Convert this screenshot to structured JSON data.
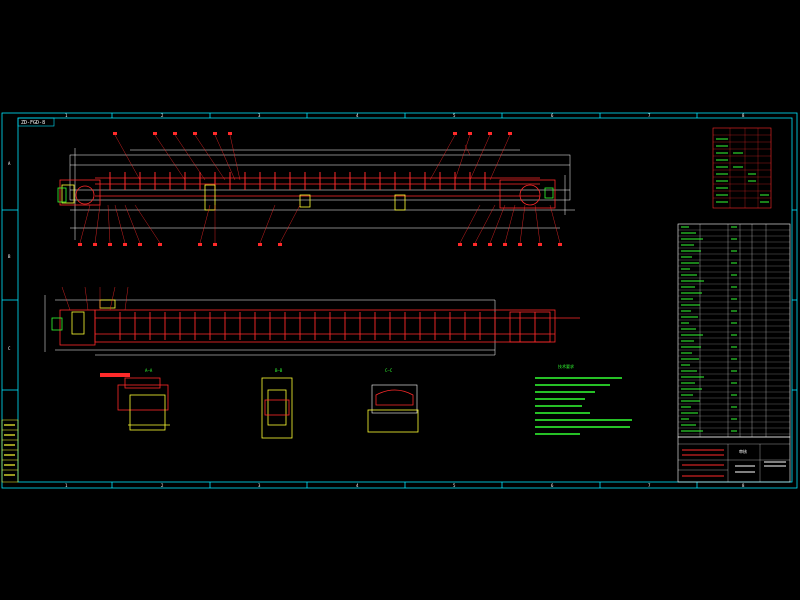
{
  "drawing": {
    "drawing_no_label": "ZD-FGD-8",
    "col_labels": [
      "1",
      "2",
      "3",
      "4",
      "5",
      "6",
      "7",
      "8"
    ],
    "row_labels": [
      "A",
      "B",
      "C"
    ],
    "section_labels": [
      "A—A",
      "B—B",
      "C—C"
    ],
    "notes_heading": "技术要求",
    "title_block_label": "审核"
  },
  "colors": {
    "background": "#000000",
    "frame": "#00e5ff",
    "outline": "#ffffff",
    "parts": "#ff2a2a",
    "text": "#33ff33",
    "dimension": "#ffff33"
  }
}
